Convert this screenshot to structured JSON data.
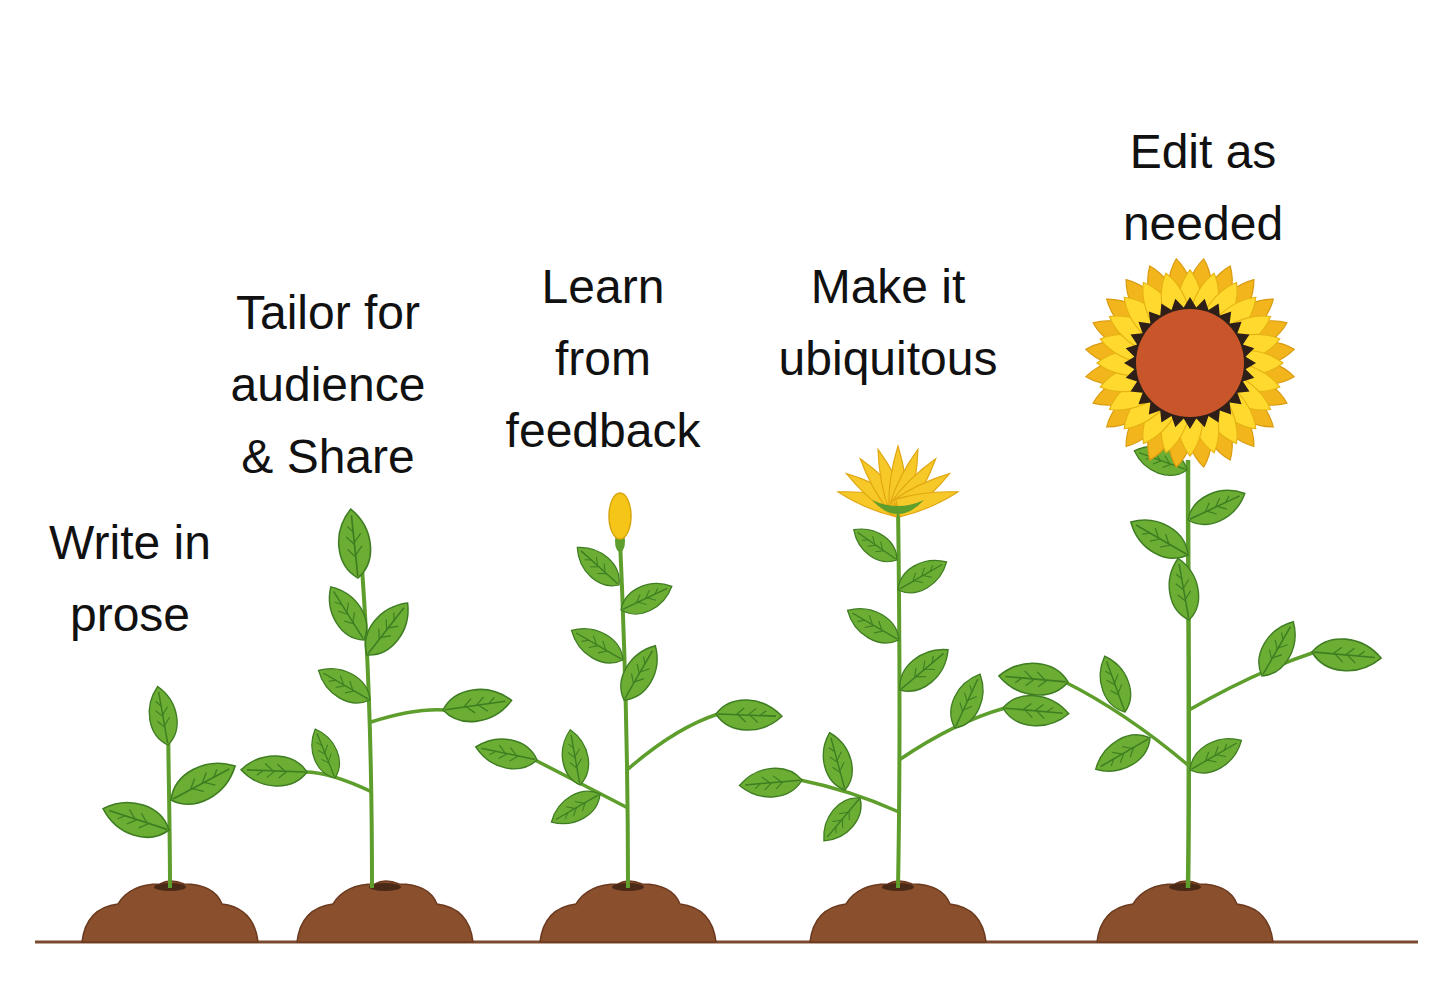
{
  "diagram": {
    "labels": [
      "Write in prose",
      "Tailor for audience & Share",
      "Learn from feedback",
      "Make it ubiquitous",
      "Edit as needed"
    ]
  }
}
